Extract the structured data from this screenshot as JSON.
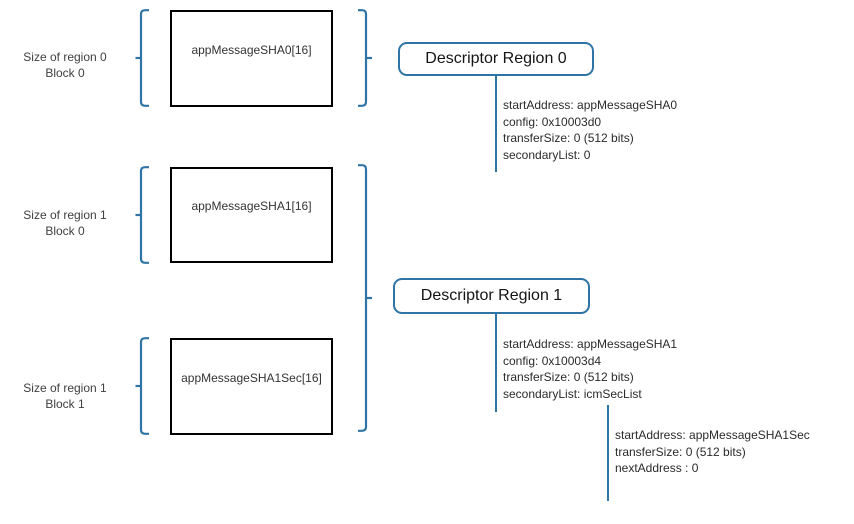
{
  "colors": {
    "accent": "#2E75A6",
    "box_border": "#000000",
    "text": "#2b2b2b"
  },
  "regions": [
    {
      "size_label": [
        "Size of region 0",
        "Block 0"
      ],
      "buffer": "appMessageSHA0[16]"
    },
    {
      "size_label": [
        "Size of region 1",
        "Block 0"
      ],
      "buffer": "appMessageSHA1[16]"
    },
    {
      "size_label": [
        "Size of region 1",
        "Block 1"
      ],
      "buffer": "appMessageSHA1Sec[16]"
    }
  ],
  "descriptors": [
    {
      "title": "Descriptor Region 0",
      "fields": [
        "startAddress: appMessageSHA0",
        "config: 0x10003d0",
        "transferSize: 0 (512 bits)",
        "secondaryList: 0"
      ]
    },
    {
      "title": "Descriptor Region 1",
      "fields": [
        "startAddress: appMessageSHA1",
        "config: 0x10003d4",
        "transferSize: 0 (512 bits)",
        "secondaryList: icmSecList"
      ]
    }
  ],
  "secondary_list": {
    "fields": [
      "startAddress: appMessageSHA1Sec",
      "transferSize: 0 (512 bits)",
      "nextAddress : 0"
    ]
  }
}
